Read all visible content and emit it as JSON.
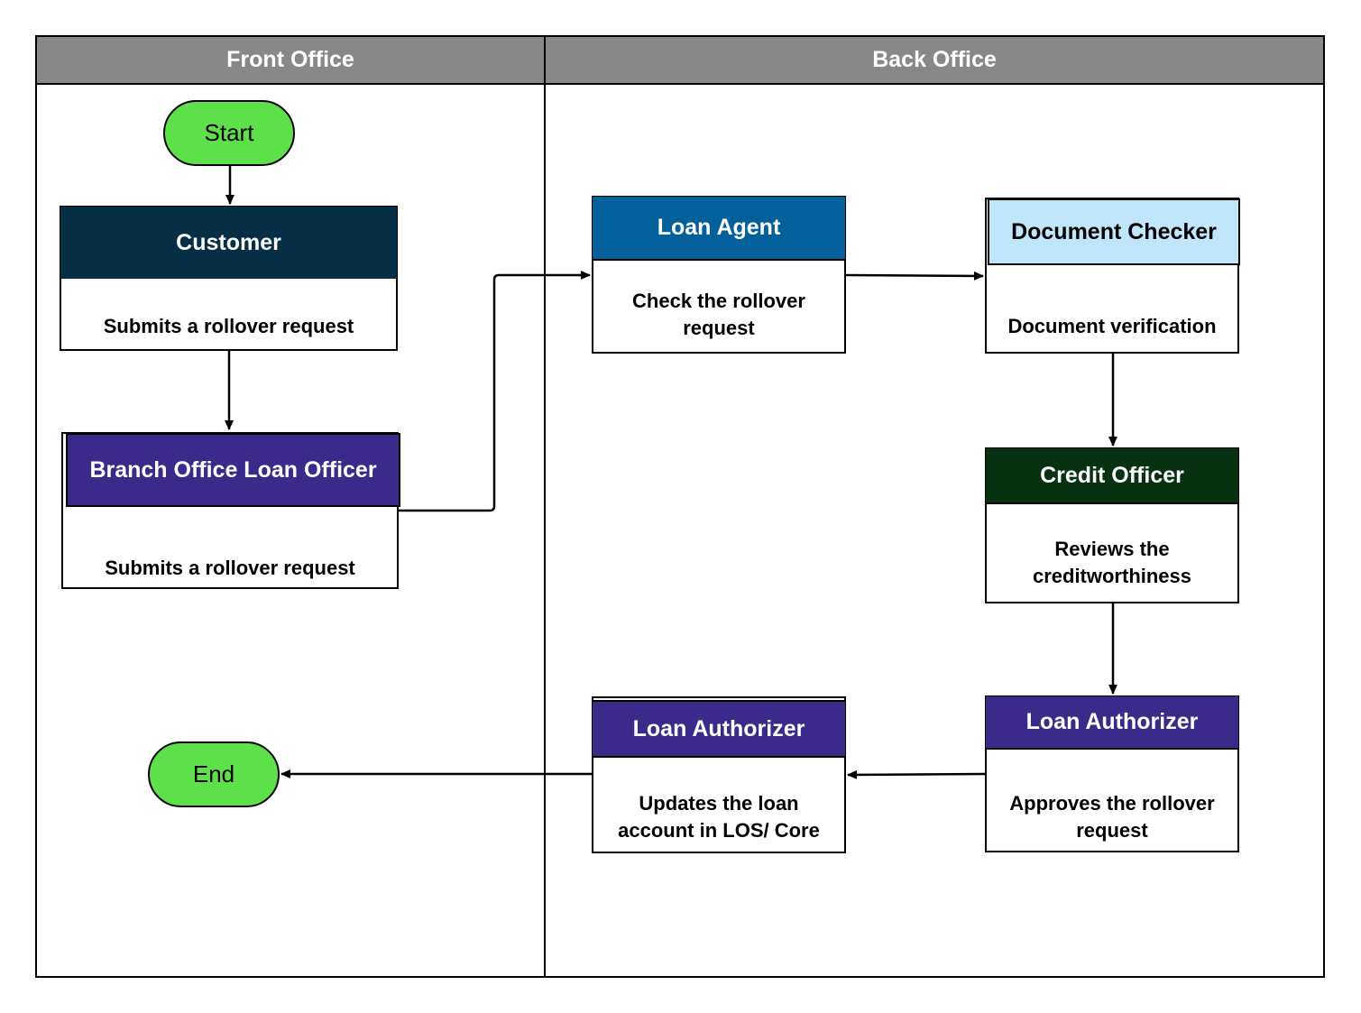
{
  "lanes": {
    "front": "Front Office",
    "back": "Back Office"
  },
  "terminals": {
    "start": "Start",
    "end": "End"
  },
  "steps": {
    "customer": {
      "role": "Customer",
      "action": "Submits a rollover request"
    },
    "branch_officer": {
      "role": "Branch Office Loan Officer",
      "action": "Submits a rollover request"
    },
    "loan_agent": {
      "role": "Loan Agent",
      "action": "Check the rollover request"
    },
    "document_checker": {
      "role": "Document Checker",
      "action": "Document verification"
    },
    "credit_officer": {
      "role": "Credit Officer",
      "action": "Reviews the creditworthiness"
    },
    "loan_authorizer_approve": {
      "role": "Loan Authorizer",
      "action": "Approves the rollover request"
    },
    "loan_authorizer_update": {
      "role": "Loan Authorizer",
      "action": "Updates the loan account in LOS/ Core"
    }
  },
  "colors": {
    "lane_header": "#888888",
    "terminal": "#5ee04a",
    "customer": "#062e45",
    "branch_officer": "#3b2a8a",
    "loan_agent": "#04609a",
    "document_checker": "#bfe6fb",
    "credit_officer": "#063212",
    "loan_authorizer": "#3b2a8a"
  }
}
